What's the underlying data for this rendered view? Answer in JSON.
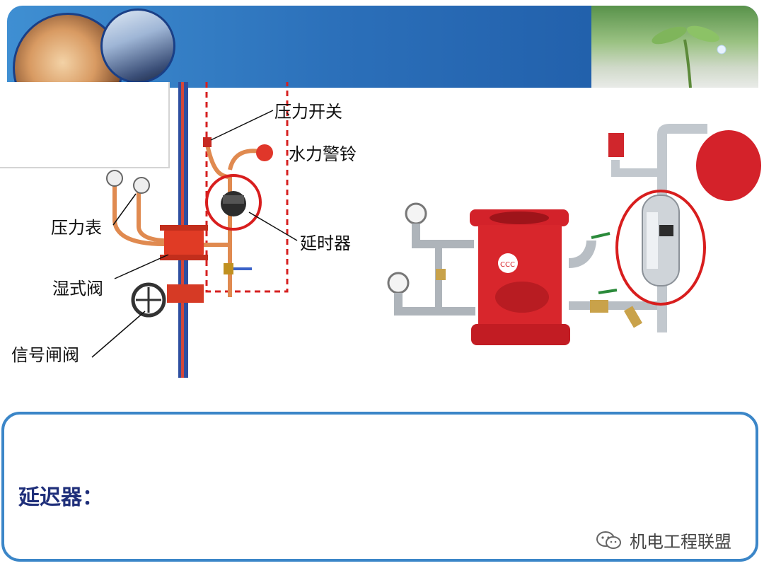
{
  "labels": {
    "pressure_switch": "压力开关",
    "water_alarm_bell": "水力警铃",
    "pressure_gauge": "压力表",
    "delayer": "延时器",
    "wet_alarm_valve": "湿式阀",
    "signal_gate_valve": "信号闸阀"
  },
  "callout": {
    "title": "延迟器："
  },
  "watermark": {
    "text": "机电工程联盟",
    "icon": "wechat-icon"
  },
  "colors": {
    "banner_blue": "#2b6fb9",
    "pipe_red": "#e0461e",
    "highlight_circle": "#d81e1e",
    "callout_border": "#3b86c8",
    "title_navy": "#1f2f7a"
  }
}
